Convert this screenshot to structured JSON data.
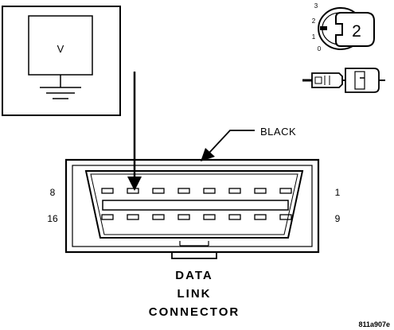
{
  "meter": {
    "symbol": "V"
  },
  "ignition": {
    "positions": [
      "3",
      "2",
      "1",
      "0"
    ],
    "key_number": "2"
  },
  "callout": {
    "label": "BLACK"
  },
  "connector": {
    "pin_left_top": "8",
    "pin_left_bottom": "16",
    "pin_right_top": "1",
    "pin_right_bottom": "9",
    "title_lines": [
      "DATA",
      "LINK",
      "CONNECTOR"
    ]
  },
  "figure_id": "811a907e",
  "colors": {
    "ink": "#000000",
    "paper": "#ffffff"
  }
}
